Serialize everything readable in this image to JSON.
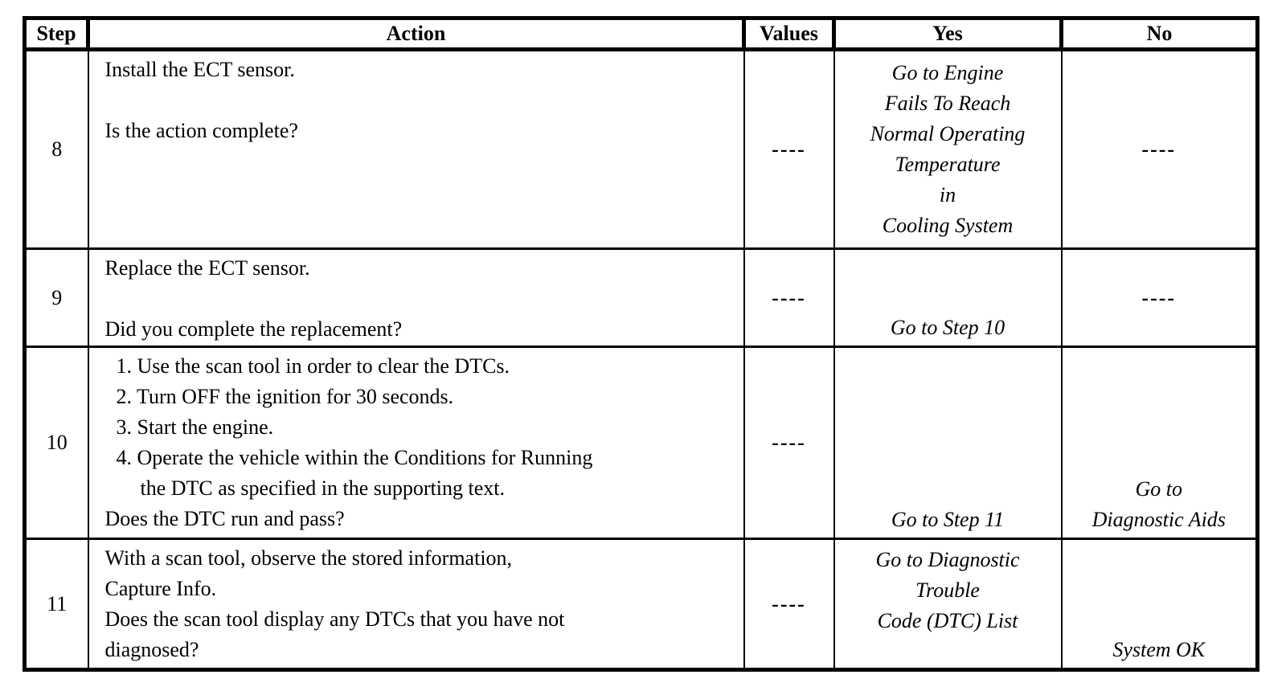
{
  "page": {
    "background": "#ffffff",
    "text_color": "#000000",
    "border_color": "#000000"
  },
  "table": {
    "headers": [
      "Step",
      "Action",
      "Values",
      "Yes",
      "No"
    ],
    "rows": [
      {
        "step": "8",
        "action_lines": [
          "Install the ECT sensor.",
          "",
          "Is the action complete?"
        ],
        "values": "----",
        "yes_lines": [
          "Go to Engine",
          "Fails To Reach",
          "Normal Operating",
          "Temperature",
          "in",
          "Cooling System"
        ],
        "no_lines": [
          "----"
        ]
      },
      {
        "step": "9",
        "action_lines": [
          "Replace the ECT sensor.",
          "",
          "Did you complete the replacement?"
        ],
        "values": "----",
        "yes_lines": [
          "Go to Step 10"
        ],
        "no_lines": [
          "----"
        ]
      },
      {
        "step": "10",
        "action_lines": [
          "1. Use the scan tool in order to clear the DTCs.",
          "2. Turn OFF the ignition for 30 seconds.",
          "3. Start the engine.",
          "4. Operate the vehicle within the Conditions for Running",
          "the DTC as specified in the supporting text.",
          "Does the DTC run and pass?"
        ],
        "values": "----",
        "yes_lines": [
          "Go to Step 11"
        ],
        "no_lines": [
          "Go to",
          "Diagnostic Aids"
        ]
      },
      {
        "step": "11",
        "action_lines": [
          "With a scan tool, observe the stored information,",
          "Capture Info.",
          "Does the scan tool display any DTCs that you have not",
          "diagnosed?"
        ],
        "values": "----",
        "yes_lines": [
          "Go to Diagnostic",
          "Trouble",
          "Code (DTC) List"
        ],
        "no_lines": [
          "System OK"
        ]
      }
    ]
  }
}
